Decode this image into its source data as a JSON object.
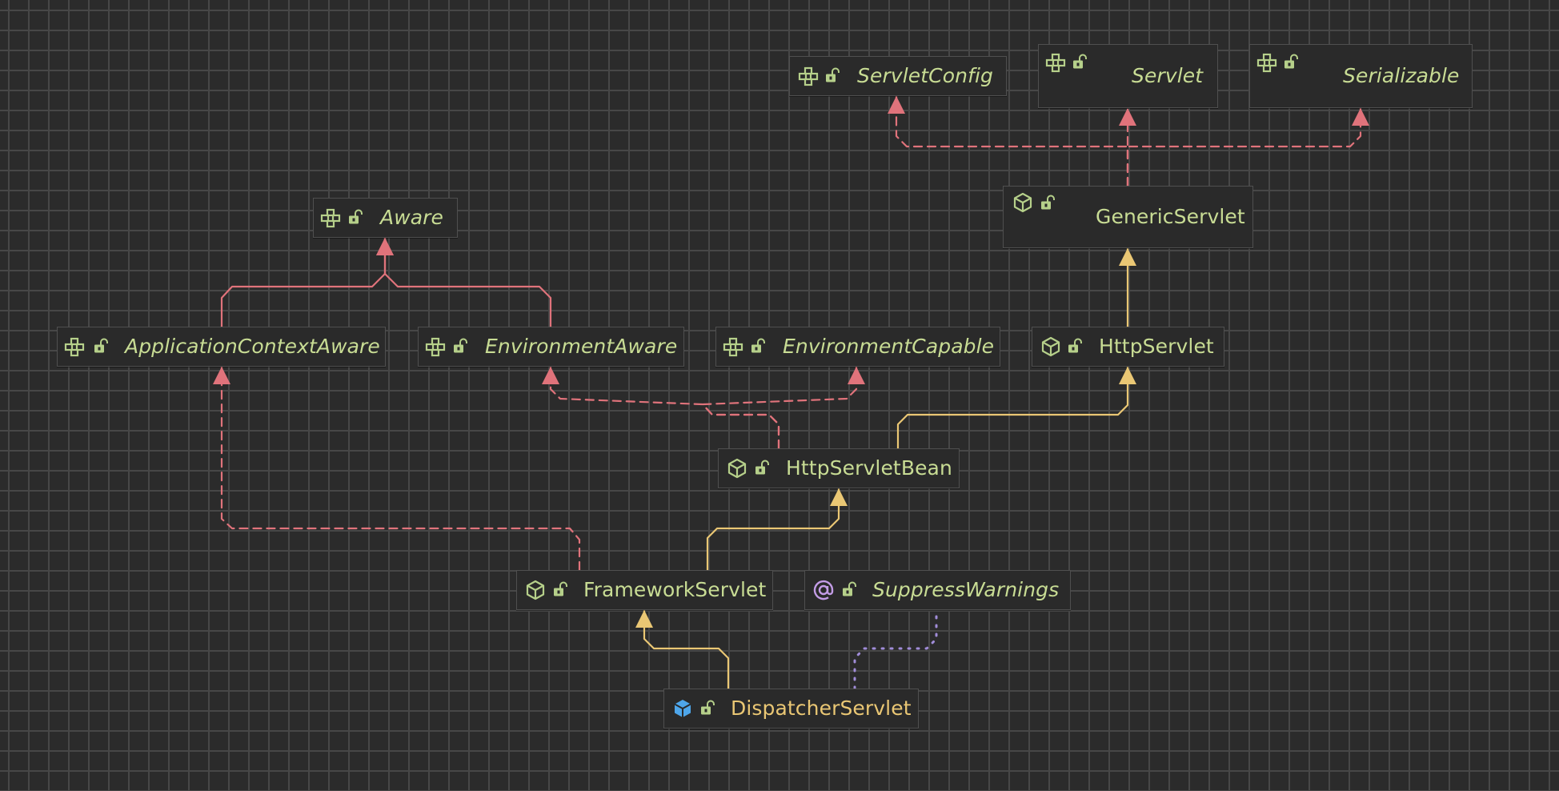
{
  "diagram": {
    "nodes": [
      {
        "id": "ServletConfig",
        "label": "ServletConfig",
        "kind": "interface",
        "icon": "interface-icon",
        "access_icon": "public-lock-icon"
      },
      {
        "id": "Servlet",
        "label": "Servlet",
        "kind": "interface",
        "icon": "interface-icon",
        "access_icon": "public-lock-icon"
      },
      {
        "id": "Serializable",
        "label": "Serializable",
        "kind": "interface",
        "icon": "interface-icon",
        "access_icon": "public-lock-icon"
      },
      {
        "id": "Aware",
        "label": "Aware",
        "kind": "interface",
        "icon": "interface-icon",
        "access_icon": "public-lock-icon"
      },
      {
        "id": "GenericServlet",
        "label": "GenericServlet",
        "kind": "abstract-class",
        "icon": "class-icon",
        "access_icon": "public-lock-icon"
      },
      {
        "id": "ApplicationContextAware",
        "label": "ApplicationContextAware",
        "kind": "interface",
        "icon": "interface-icon",
        "access_icon": "public-lock-icon"
      },
      {
        "id": "EnvironmentAware",
        "label": "EnvironmentAware",
        "kind": "interface",
        "icon": "interface-icon",
        "access_icon": "public-lock-icon"
      },
      {
        "id": "EnvironmentCapable",
        "label": "EnvironmentCapable",
        "kind": "interface",
        "icon": "interface-icon",
        "access_icon": "public-lock-icon"
      },
      {
        "id": "HttpServlet",
        "label": "HttpServlet",
        "kind": "abstract-class",
        "icon": "class-icon",
        "access_icon": "public-lock-icon"
      },
      {
        "id": "HttpServletBean",
        "label": "HttpServletBean",
        "kind": "abstract-class",
        "icon": "class-icon",
        "access_icon": "public-lock-icon"
      },
      {
        "id": "FrameworkServlet",
        "label": "FrameworkServlet",
        "kind": "abstract-class",
        "icon": "class-icon",
        "access_icon": "public-lock-icon"
      },
      {
        "id": "SuppressWarnings",
        "label": "SuppressWarnings",
        "kind": "annotation",
        "icon": "annotation-icon",
        "access_icon": "public-lock-icon"
      },
      {
        "id": "DispatcherServlet",
        "label": "DispatcherServlet",
        "kind": "class",
        "icon": "class-filled-icon",
        "access_icon": "public-lock-icon"
      }
    ],
    "edges": [
      {
        "from": "GenericServlet",
        "to": "ServletConfig",
        "type": "implements"
      },
      {
        "from": "GenericServlet",
        "to": "Servlet",
        "type": "implements"
      },
      {
        "from": "GenericServlet",
        "to": "Serializable",
        "type": "implements"
      },
      {
        "from": "HttpServlet",
        "to": "GenericServlet",
        "type": "extends"
      },
      {
        "from": "ApplicationContextAware",
        "to": "Aware",
        "type": "interface-extends"
      },
      {
        "from": "EnvironmentAware",
        "to": "Aware",
        "type": "interface-extends"
      },
      {
        "from": "HttpServletBean",
        "to": "EnvironmentAware",
        "type": "implements"
      },
      {
        "from": "HttpServletBean",
        "to": "EnvironmentCapable",
        "type": "implements"
      },
      {
        "from": "HttpServletBean",
        "to": "HttpServlet",
        "type": "extends"
      },
      {
        "from": "FrameworkServlet",
        "to": "HttpServletBean",
        "type": "extends"
      },
      {
        "from": "FrameworkServlet",
        "to": "ApplicationContextAware",
        "type": "implements"
      },
      {
        "from": "DispatcherServlet",
        "to": "FrameworkServlet",
        "type": "extends"
      },
      {
        "from": "DispatcherServlet",
        "to": "SuppressWarnings",
        "type": "annotated-with"
      }
    ],
    "colors": {
      "background": "#2b2b2b",
      "grid": "#474747",
      "node_fill": "#2a2a2a",
      "node_border": "#4f4f4f",
      "label": "#c8dc94",
      "selected_label": "#eac774",
      "icon_green": "#b6d08a",
      "annotation_icon": "#c39ce6",
      "class_filled_icon": "#4ea6ea",
      "extends_edge": "#eac774",
      "implements_edge": "#e0737b",
      "annotation_edge": "#a08cd8"
    }
  }
}
